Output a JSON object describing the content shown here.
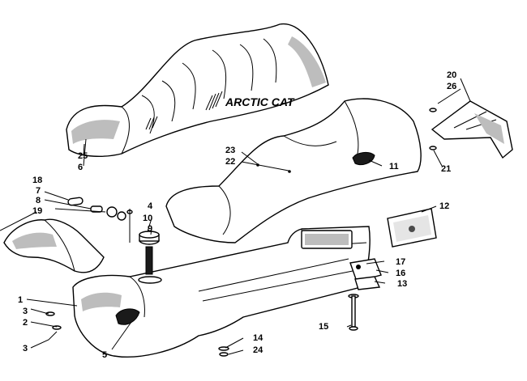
{
  "brand_text": "ARCTIC CAT",
  "callouts": [
    "1",
    "2",
    "3",
    "3",
    "4",
    "5",
    "6",
    "7",
    "8",
    "9",
    "10",
    "11",
    "12",
    "13",
    "14",
    "15",
    "16",
    "17",
    "18",
    "19",
    "20",
    "21",
    "22",
    "23",
    "24",
    "25",
    "26"
  ]
}
